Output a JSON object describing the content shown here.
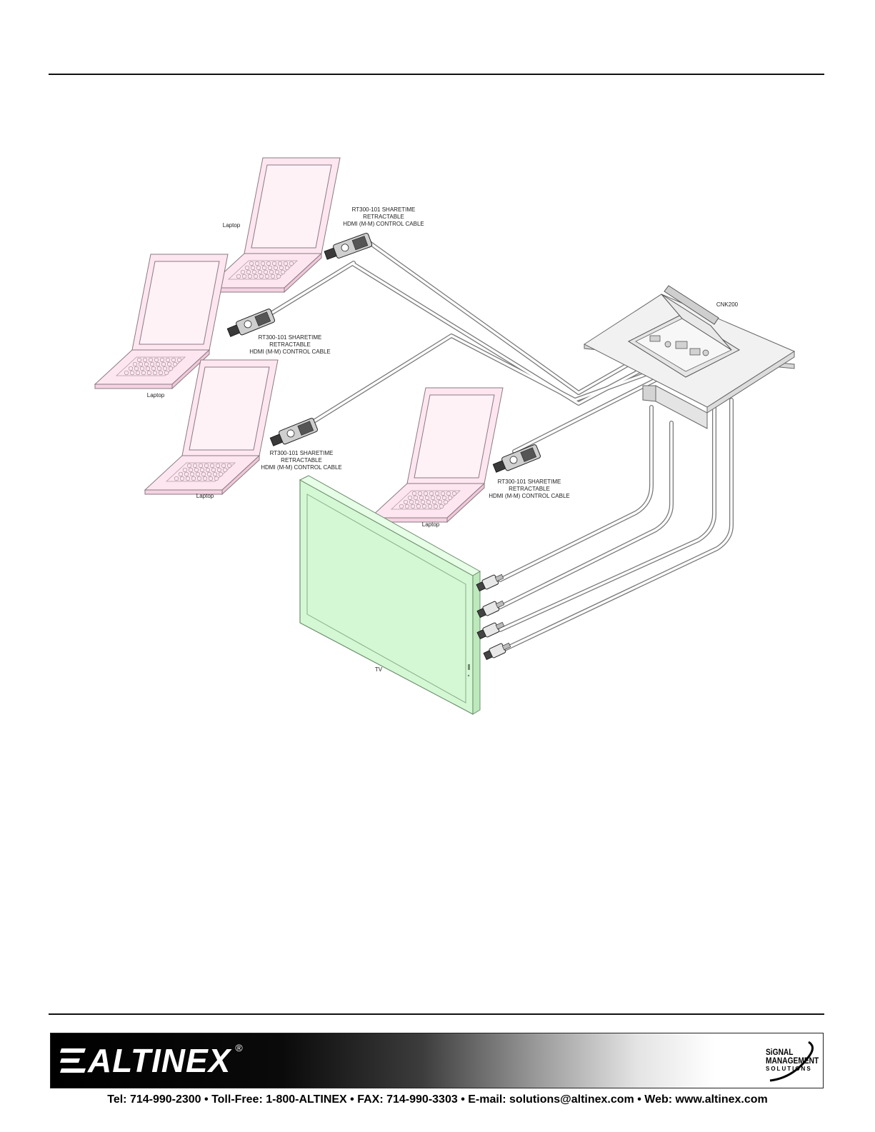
{
  "labels": {
    "cable_1": [
      "RT300-101 SHARETIME",
      "RETRACTABLE",
      "HDMI (M-M) CONTROL CABLE"
    ],
    "cable_2": [
      "RT300-101 SHARETIME",
      "RETRACTABLE",
      "HDMI (M-M) CONTROL CABLE"
    ],
    "cable_3": [
      "RT300-101 SHARETIME",
      "RETRACTABLE",
      "HDMI (M-M) CONTROL CABLE"
    ],
    "cable_4": [
      "RT300-101 SHARETIME",
      "RETRACTABLE",
      "HDMI (M-M) CONTROL CABLE"
    ],
    "laptop_1": "Laptop",
    "laptop_2": "Laptop",
    "laptop_3": "Laptop",
    "laptop_4": "Laptop",
    "tv": "TV",
    "cnk": "CNK200"
  },
  "footer": {
    "logo_text": "ALTINEX",
    "logo_mark": "®",
    "sms_line1": "SiGNAL",
    "sms_line2": "MANAGEMENT",
    "sms_line3": "SOLUTIONS",
    "contact": "Tel: 714-990-2300 • Toll-Free: 1-800-ALTINEX • FAX: 714-990-3303 • E-mail: solutions@altinex.com • Web: www.altinex.com"
  },
  "colors": {
    "laptop_fill": "#fde6f0",
    "laptop_stroke": "#8a7a80",
    "tv_fill": "#d3f8d3",
    "tv_stroke": "#6f8f6f",
    "cnk_fill": "#f1f1f1"
  }
}
